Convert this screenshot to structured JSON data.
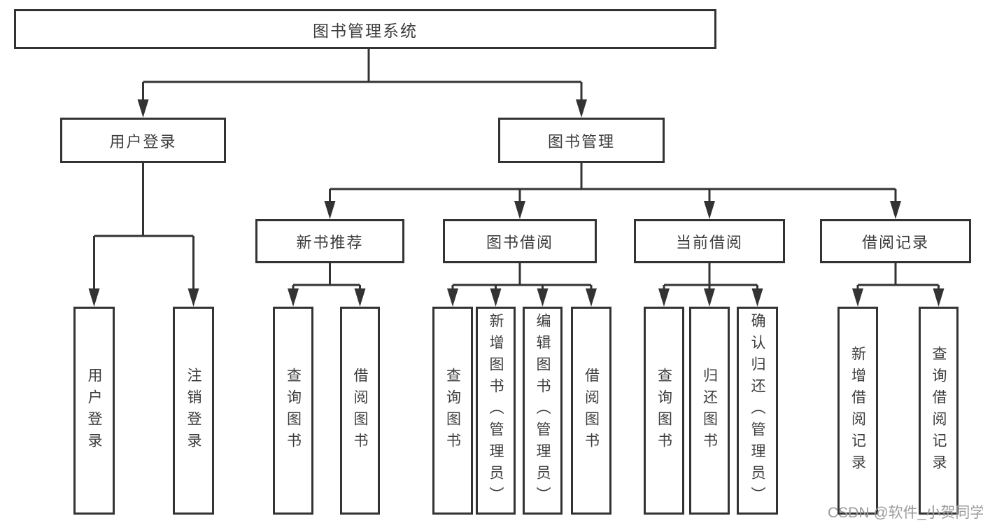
{
  "diagram": {
    "root_label": "图书管理系统",
    "login": {
      "label": "用户登录",
      "children": [
        "用户登录",
        "注销登录"
      ]
    },
    "management": {
      "label": "图书管理",
      "groups": [
        {
          "label": "新书推荐",
          "children": [
            "查询图书",
            "借阅图书"
          ]
        },
        {
          "label": "图书借阅",
          "children": [
            "查询图书",
            "新增图书（管理员）",
            "编辑图书（管理员）",
            "借阅图书"
          ]
        },
        {
          "label": "当前借阅",
          "children": [
            "查询图书",
            "归还图书",
            "确认归还（管理员）"
          ]
        },
        {
          "label": "借阅记录",
          "children": [
            "新增借阅记录",
            "查询借阅记录"
          ]
        }
      ]
    }
  },
  "watermark": "CSDN @软件_小贺同学",
  "colors": {
    "line": "#333333",
    "text": "#3d3d3d",
    "watermark": "#9b9b9b",
    "background": "#ffffff"
  }
}
